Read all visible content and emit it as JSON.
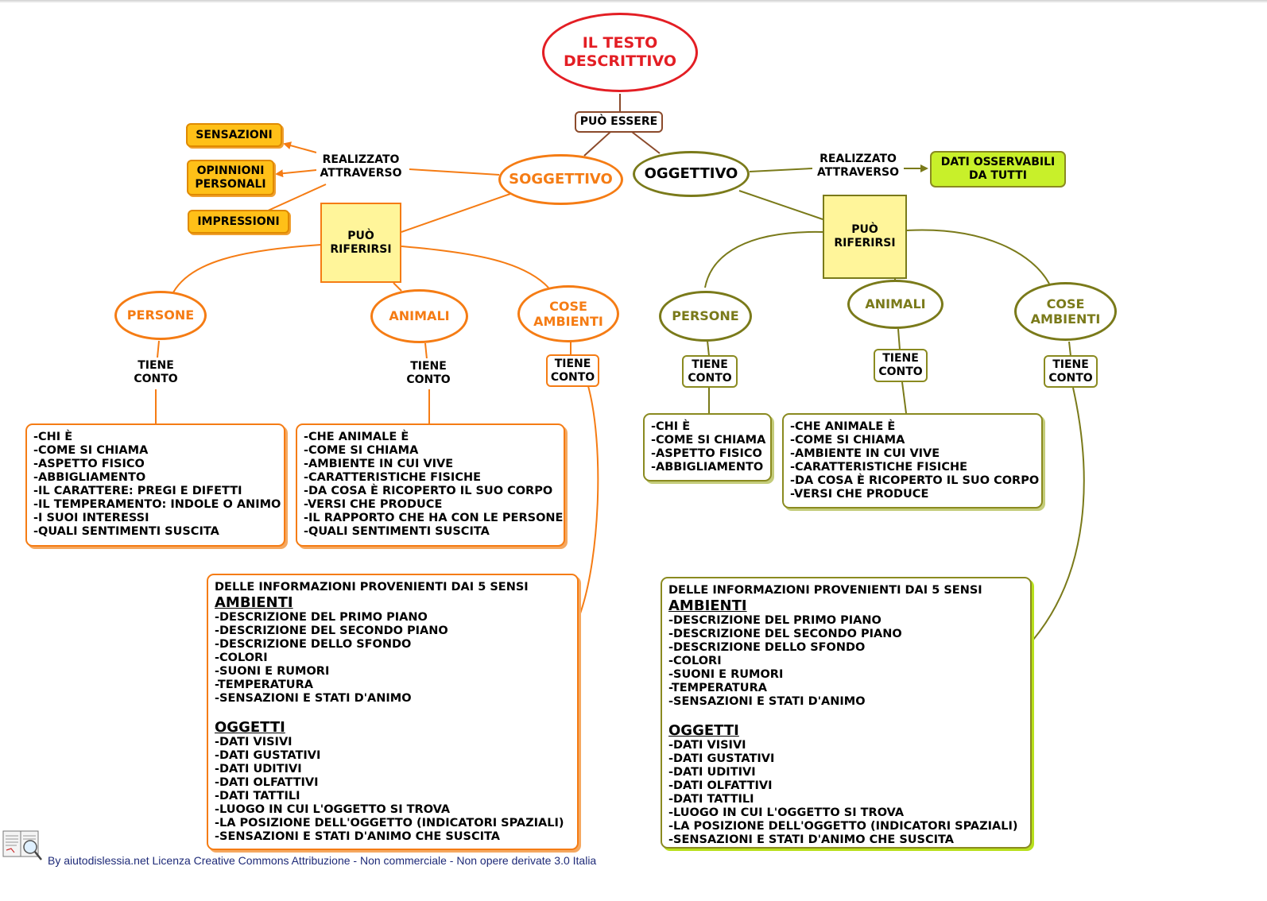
{
  "colors": {
    "title_red": "#e31e24",
    "soggettivo_orange": "#f57c14",
    "oggettivo_olive": "#7a7a1a",
    "yellow_fill": "#fff59a",
    "amber_fill": "#ffc018",
    "lime_fill": "#c8f02a"
  },
  "diagram": {
    "title": "IL TESTO\nDESCRITTIVO",
    "puo_essere": "PUÒ ESSERE",
    "soggettivo": {
      "label": "SOGGETTIVO",
      "realizzato": "REALIZZATO\nATTRAVERSO",
      "sensazioni": "SENSAZIONI",
      "opinioni": "OPINNIONI\nPERSONALI",
      "impressioni": "IMPRESSIONI",
      "puo_riferirsi": "PUÒ\nRIFERIRSI",
      "persone": "PERSONE",
      "animali": "ANIMALI",
      "cose_ambienti": "COSE\nAMBIENTI",
      "tiene_conto_persone": "TIENE\nCONTO",
      "tiene_conto_animali": "TIENE\nCONTO",
      "tiene_conto_cose": "TIENE\nCONTO",
      "persone_list": [
        "-CHI È",
        "-COME SI CHIAMA",
        "-ASPETTO FISICO",
        "-ABBIGLIAMENTO",
        "-IL CARATTERE: PREGI E DIFETTI",
        "-IL TEMPERAMENTO: INDOLE O ANIMO",
        "-I SUOI INTERESSI",
        "-QUALI SENTIMENTI SUSCITA"
      ],
      "animali_list": [
        "-CHE ANIMALE È",
        "-COME SI CHIAMA",
        "-AMBIENTE IN CUI VIVE",
        "-CARATTERISTICHE FISICHE",
        "-DA COSA È RICOPERTO IL SUO CORPO",
        "-VERSI CHE PRODUCE",
        "-IL RAPPORTO CHE HA CON LE PERSONE",
        "-QUALI SENTIMENTI SUSCITA"
      ],
      "cose": {
        "intro": "DELLE INFORMAZIONI PROVENIENTI DAI 5 SENSI",
        "ambienti_head": "AMBIENTI",
        "ambienti": [
          "-DESCRIZIONE DEL PRIMO PIANO",
          "-DESCRIZIONE DEL SECONDO PIANO",
          "-DESCRIZIONE DELLO SFONDO",
          "-COLORI",
          "-SUONI E RUMORI",
          "-TEMPERATURA",
          "-SENSAZIONI E STATI D'ANIMO"
        ],
        "oggetti_head": "OGGETTI",
        "oggetti": [
          "-DATI VISIVI",
          "-DATI GUSTATIVI",
          "-DATI UDITIVI",
          "-DATI OLFATTIVI",
          "-DATI TATTILI",
          "-LUOGO IN CUI L'OGGETTO SI TROVA",
          "-LA POSIZIONE DELL'OGGETTO (INDICATORI SPAZIALI)",
          "-SENSAZIONI E STATI D'ANIMO CHE SUSCITA"
        ]
      }
    },
    "oggettivo": {
      "label": "OGGETTIVO",
      "realizzato": "REALIZZATO\nATTRAVERSO",
      "dati": "DATI OSSERVABILI\nDA TUTTI",
      "puo_riferirsi": "PUÒ\nRIFERIRSI",
      "persone": "PERSONE",
      "animali": "ANIMALI",
      "cose_ambienti": "COSE\nAMBIENTI",
      "tiene_conto_persone": "TIENE\nCONTO",
      "tiene_conto_animali": "TIENE\nCONTO",
      "tiene_conto_cose": "TIENE\nCONTO",
      "persone_list": [
        "-CHI È",
        "-COME SI CHIAMA",
        "-ASPETTO FISICO",
        "-ABBIGLIAMENTO"
      ],
      "animali_list": [
        "-CHE ANIMALE È",
        "-COME SI CHIAMA",
        "-AMBIENTE IN CUI VIVE",
        "-CARATTERISTICHE FISICHE",
        "-DA COSA È RICOPERTO IL SUO CORPO",
        "-VERSI CHE PRODUCE"
      ],
      "cose": {
        "intro": "DELLE INFORMAZIONI PROVENIENTI DAI 5 SENSI",
        "ambienti_head": "AMBIENTI",
        "ambienti": [
          "-DESCRIZIONE DEL PRIMO PIANO",
          "-DESCRIZIONE DEL SECONDO PIANO",
          "-DESCRIZIONE DELLO SFONDO",
          "-COLORI",
          "-SUONI E RUMORI",
          "-TEMPERATURA",
          "-SENSAZIONI E STATI D'ANIMO"
        ],
        "oggetti_head": "OGGETTI",
        "oggetti": [
          "-DATI VISIVI",
          "-DATI GUSTATIVI",
          "-DATI UDITIVI",
          "-DATI OLFATTIVI",
          "-DATI TATTILI",
          "-LUOGO IN CUI L'OGGETTO SI TROVA",
          "-LA POSIZIONE DELL'OGGETTO (INDICATORI SPAZIALI)",
          "-SENSAZIONI E STATI D'ANIMO CHE SUSCITA"
        ]
      }
    },
    "footer": "By aiutodislessia.net Licenza Creative Commons Attribuzione - Non commerciale - Non opere derivate 3.0 Italia",
    "logo_icon": "book-logo-icon"
  }
}
